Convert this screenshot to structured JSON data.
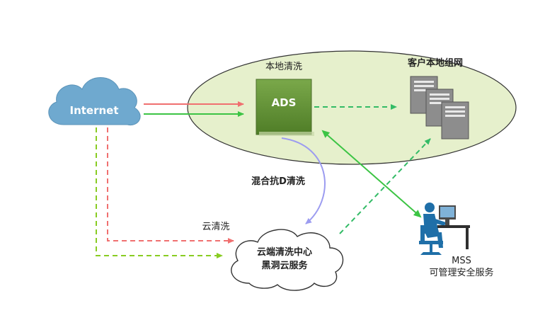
{
  "diagram": {
    "internet_label": "Internet",
    "local_scrub_label": "本地清洗",
    "ads_label": "ADS",
    "customer_network_label": "客户本地组网",
    "hybrid_label": "混合抗D清洗",
    "cloud_scrub_label": "云清洗",
    "cloud_center_line1": "云端清洗中心",
    "cloud_center_line2": "黑洞云服务",
    "mss_line1": "MSS",
    "mss_line2": "可管理安全服务"
  },
  "colors": {
    "ellipse_fill": "#e6f0cc",
    "ellipse_stroke": "#333333",
    "internet_cloud": "#6fa9cf",
    "ads_box": "#5f8f33",
    "attack_arrow": "#f07070",
    "clean_arrow": "#3cc444",
    "dashed_green": "#33bb66",
    "lime_dashed": "#88cc22",
    "purple_arc": "#9c9cf0",
    "server_gray": "#8d8d8d",
    "person_blue": "#1f6fa8"
  },
  "icons": [
    "cloud-icon",
    "server-stack-icon",
    "operator-workstation-icon"
  ]
}
